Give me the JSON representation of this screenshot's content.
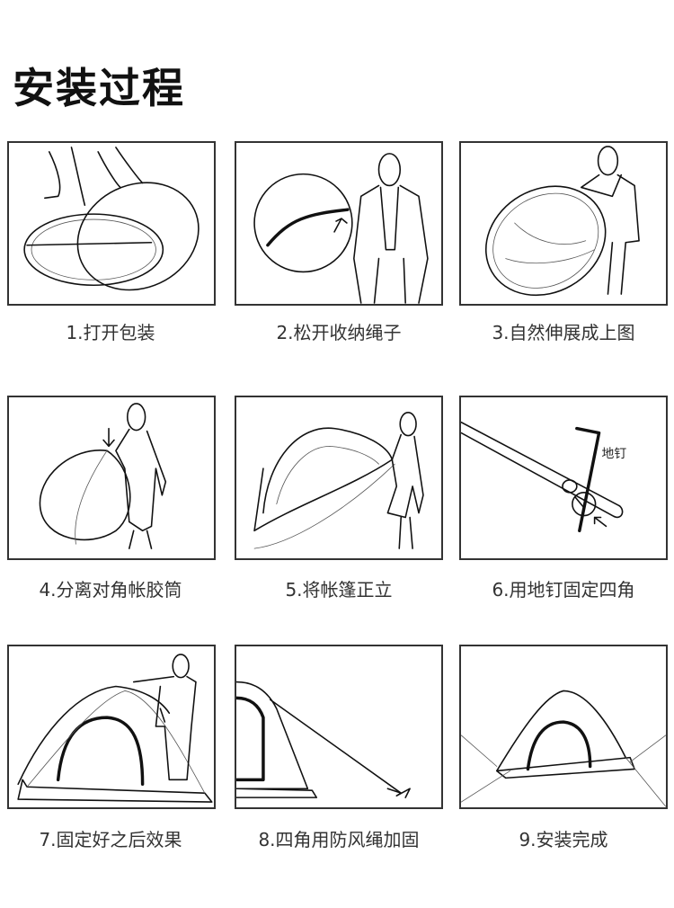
{
  "title": "安装过程",
  "steps": [
    {
      "caption": "1.打开包装"
    },
    {
      "caption": "2.松开收纳绳子"
    },
    {
      "caption": "3.自然伸展成上图"
    },
    {
      "caption": "4.分离对角帐胶筒"
    },
    {
      "caption": "5.将帐篷正立"
    },
    {
      "caption": "6.用地钉固定四角",
      "label": "地钉"
    },
    {
      "caption": "7.固定好之后效果"
    },
    {
      "caption": "8.四角用防风绳加固"
    },
    {
      "caption": "9.安装完成"
    }
  ]
}
